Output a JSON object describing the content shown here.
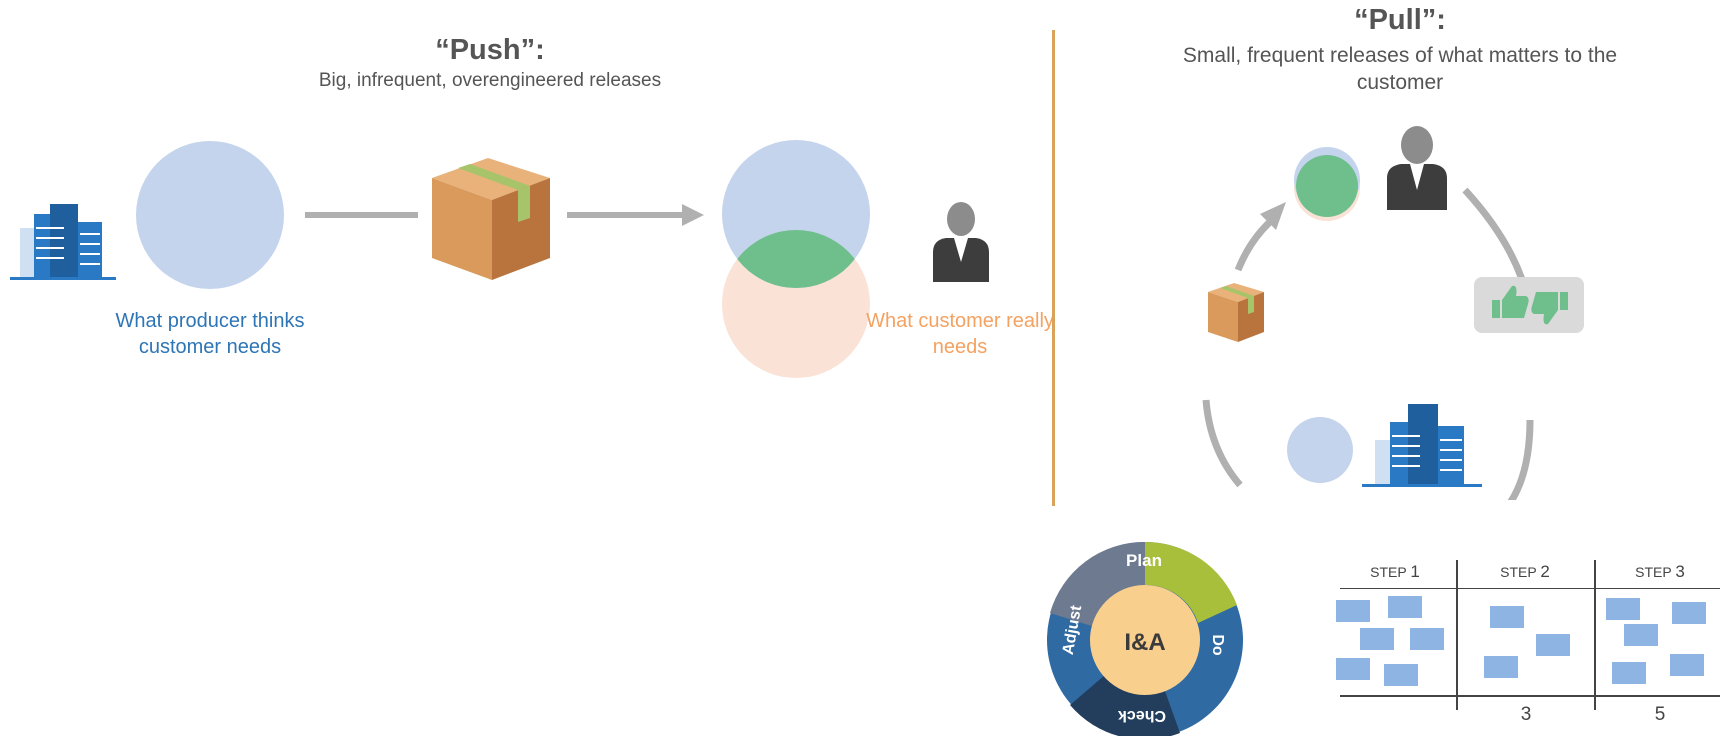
{
  "push": {
    "title": "“Push”:",
    "subtitle": "Big, infrequent, overengineered releases",
    "producer_label": "What producer thinks customer needs",
    "customer_label": "What customer really needs"
  },
  "pull": {
    "title": "“Pull”:",
    "subtitle": "Small, frequent releases of what matters to the customer"
  },
  "pdca": {
    "center": "I&A",
    "plan": "Plan",
    "do": "Do",
    "check": "Check",
    "adjust": "Adjust"
  },
  "kanban": {
    "steps": [
      {
        "prefix": "STEP",
        "num": "1",
        "count": ""
      },
      {
        "prefix": "STEP",
        "num": "2",
        "count": "3"
      },
      {
        "prefix": "STEP",
        "num": "3",
        "count": "5"
      }
    ]
  },
  "colors": {
    "producer_circle": "#c5d4ed",
    "customer_circle": "#fae3d6",
    "overlap": "#6fbf8c",
    "building": "#2979c4",
    "box": "#d99a5b",
    "arrow": "#b0b0b0",
    "divider": "#d9a35a",
    "sticky": "#8eb4e3"
  }
}
